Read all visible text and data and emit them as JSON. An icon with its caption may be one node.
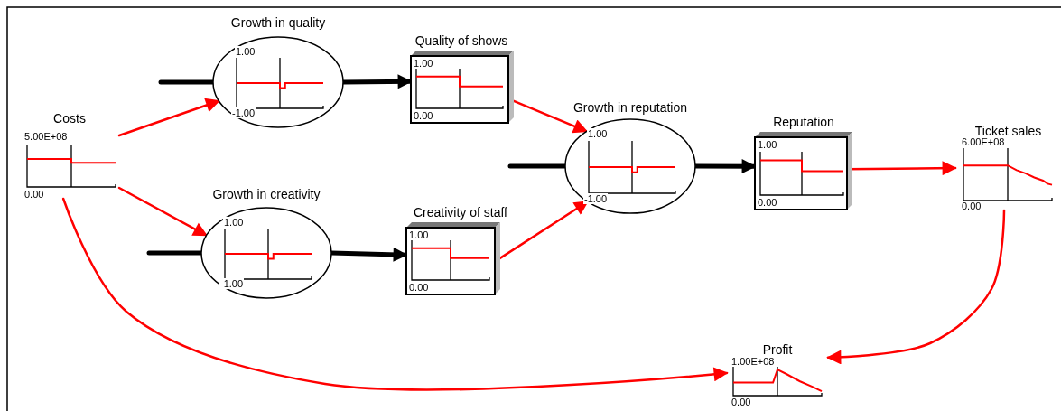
{
  "diagram": {
    "nodes": [
      {
        "text": [
          "Costs",
          "5.00E+08",
          "0.00"
        ]
      },
      {
        "text": [
          "Growth in quality",
          "1.00",
          "-1.00"
        ]
      },
      {
        "text": [
          "Quality of shows",
          "1.00",
          "0.00"
        ]
      },
      {
        "text": [
          "Growth in creativity",
          "1.00",
          "-1.00"
        ]
      },
      {
        "text": [
          "Creativity of staff",
          "1.00",
          "0.00"
        ]
      },
      {
        "text": [
          "Growth in reputation",
          "1.00",
          "-1.00"
        ]
      },
      {
        "text": [
          "Reputation",
          "1.00",
          "0.00"
        ]
      },
      {
        "text": [
          "Ticket sales",
          "6.00E+08",
          "0.00"
        ]
      },
      {
        "text": [
          "Profit",
          "1.00E+08",
          "0.00"
        ]
      }
    ],
    "edges": [
      {
        "from": null,
        "to": 1,
        "arrow": "none",
        "style": "thick",
        "color": "#000000"
      },
      {
        "from": 1,
        "to": 2,
        "arrow": "to",
        "style": "thick",
        "color": "#000000"
      },
      {
        "from": null,
        "to": 3,
        "arrow": "none",
        "style": "thick",
        "color": "#000000"
      },
      {
        "from": 3,
        "to": 4,
        "arrow": "to",
        "style": "thick",
        "color": "#000000"
      },
      {
        "from": null,
        "to": 5,
        "arrow": "none",
        "style": "thick",
        "color": "#000000"
      },
      {
        "from": 5,
        "to": 6,
        "arrow": "to",
        "style": "thick",
        "color": "#000000"
      },
      {
        "from": 0,
        "to": 1,
        "arrow": "to"
      },
      {
        "from": 0,
        "to": 3,
        "arrow": "to"
      },
      {
        "from": 2,
        "to": 5,
        "arrow": "to"
      },
      {
        "from": 4,
        "to": 5,
        "arrow": "to"
      },
      {
        "from": 6,
        "to": 7,
        "arrow": "to"
      },
      {
        "from": 7,
        "to": 8,
        "arrow": "to"
      },
      {
        "from": 0,
        "to": 8,
        "arrow": "to"
      }
    ]
  }
}
